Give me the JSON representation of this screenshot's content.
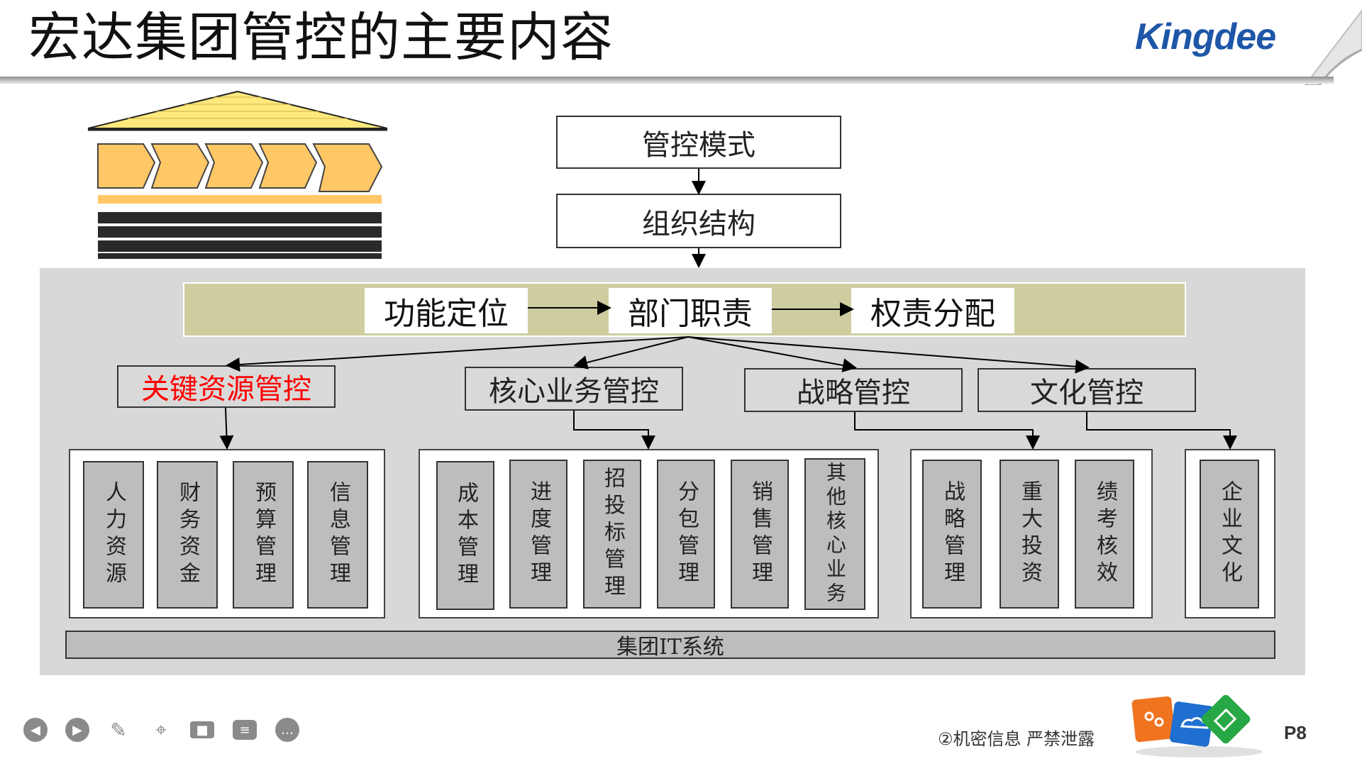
{
  "header": {
    "title": "宏达集团管控的主要内容",
    "logo_text": "Kingdee",
    "logo_color": "#1e56a8"
  },
  "flow": {
    "mode": "管控模式",
    "org": "组织结构"
  },
  "band": {
    "items": [
      "功能定位",
      "部门职责",
      "权责分配"
    ],
    "color": "#cdcda0"
  },
  "categories": [
    {
      "label": "关键资源管控",
      "color": "#ff0000"
    },
    {
      "label": "核心业务管控",
      "color": "#222222"
    },
    {
      "label": "战略管控",
      "color": "#222222"
    },
    {
      "label": "文化管控",
      "color": "#222222"
    }
  ],
  "groups": [
    {
      "items": [
        "人力资源",
        "财务资金",
        "预算管理",
        "信息管理"
      ]
    },
    {
      "items": [
        "成本管理",
        "进度管理",
        "招投标管理",
        "分包管理",
        "销售管理",
        "其他核心业务"
      ]
    },
    {
      "items": [
        "战略管理",
        "重大投资",
        "绩考核效"
      ]
    },
    {
      "items": [
        "企业文化"
      ]
    }
  ],
  "it_system": "集团IT系统",
  "footer": {
    "confidential": "②机密信息 严禁泄露",
    "page": "P8",
    "toolbar_icons": [
      "prev-icon",
      "play-icon",
      "pen-icon",
      "screenshot-icon",
      "camera-icon",
      "comment-icon",
      "more-icon"
    ]
  }
}
